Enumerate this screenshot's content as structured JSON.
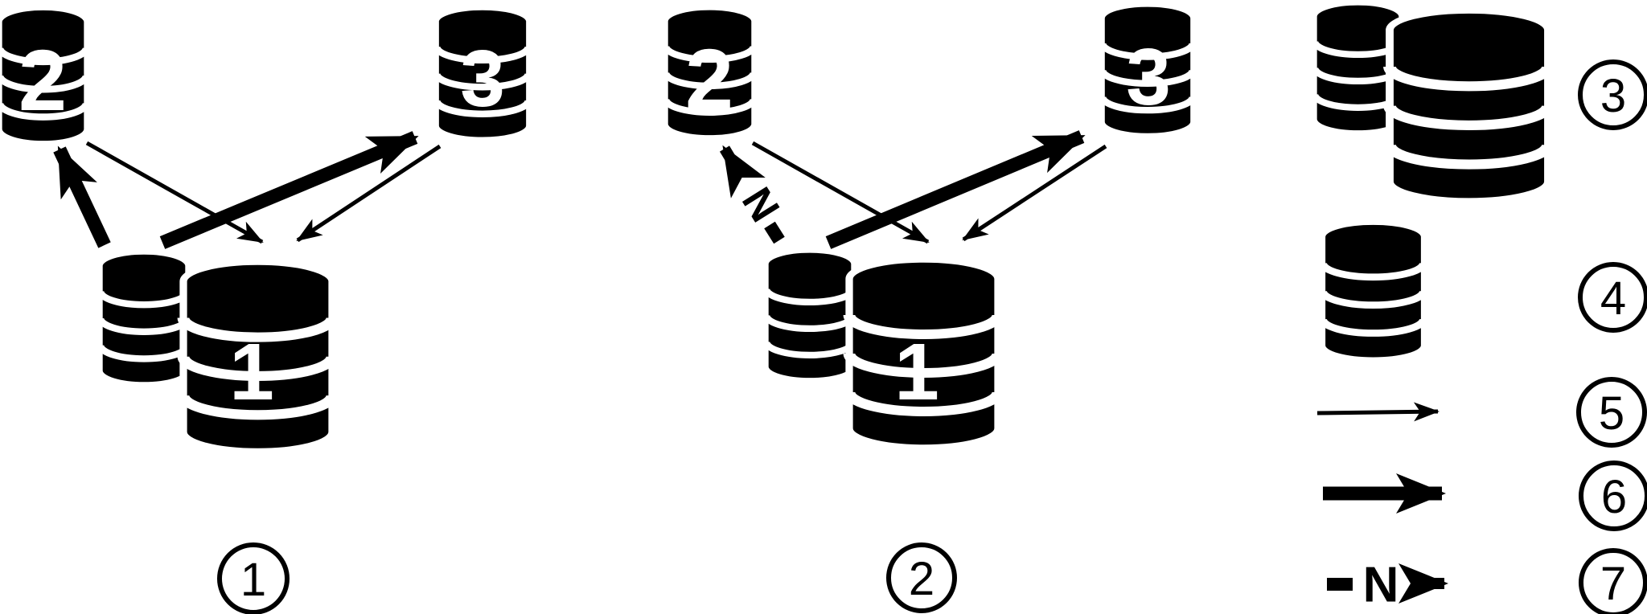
{
  "colors": {
    "ink": "#000000",
    "background": "#ffffff"
  },
  "panel1": {
    "label": "1",
    "nodes": {
      "db1": {
        "label": "1",
        "kind": "database-pair-large"
      },
      "db2": {
        "label": "2",
        "kind": "database-small"
      },
      "db3": {
        "label": "3",
        "kind": "database-small"
      }
    },
    "edges": [
      {
        "from": "db1",
        "to": "db2",
        "style": "thick"
      },
      {
        "from": "db2",
        "to": "db1",
        "style": "thin"
      },
      {
        "from": "db1",
        "to": "db3",
        "style": "thick"
      },
      {
        "from": "db3",
        "to": "db1",
        "style": "thin"
      }
    ]
  },
  "panel2": {
    "label": "2",
    "nodes": {
      "db1": {
        "label": "1",
        "kind": "database-pair-large"
      },
      "db2": {
        "label": "2",
        "kind": "database-small"
      },
      "db3": {
        "label": "3",
        "kind": "database-small"
      }
    },
    "edges": [
      {
        "from": "db1",
        "to": "db2",
        "style": "thick-dashed",
        "annotation": "N"
      },
      {
        "from": "db2",
        "to": "db1",
        "style": "thin"
      },
      {
        "from": "db1",
        "to": "db3",
        "style": "thick"
      },
      {
        "from": "db3",
        "to": "db1",
        "style": "thin"
      }
    ]
  },
  "legend": {
    "items": [
      {
        "key": "3",
        "symbol": "database-pair"
      },
      {
        "key": "4",
        "symbol": "database-single"
      },
      {
        "key": "5",
        "symbol": "thin-arrow"
      },
      {
        "key": "6",
        "symbol": "thick-arrow"
      },
      {
        "key": "7",
        "symbol": "dashed-n-arrow",
        "annotation": "N"
      }
    ]
  }
}
